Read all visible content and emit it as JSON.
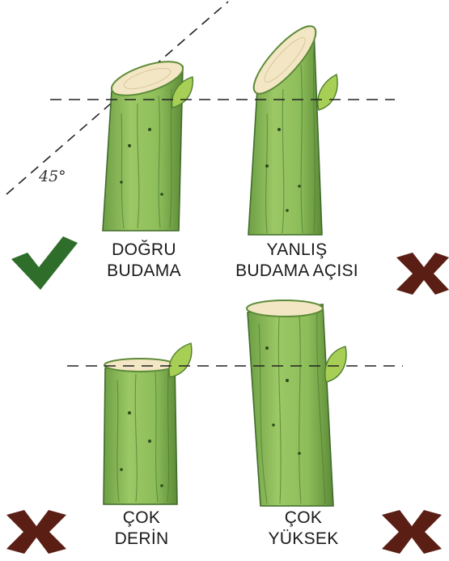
{
  "angle_label": "45°",
  "panels": [
    {
      "id": "correct",
      "line1": "DOĞRU",
      "line2": "BUDAMA",
      "verdict": "correct"
    },
    {
      "id": "wrong-angle",
      "line1": "YANLIŞ",
      "line2": "BUDAMA AÇISI",
      "verdict": "wrong"
    },
    {
      "id": "too-deep",
      "line1": "ÇOK",
      "line2": "DERİN",
      "verdict": "wrong"
    },
    {
      "id": "too-high",
      "line1": "ÇOK",
      "line2": "YÜKSEK",
      "verdict": "wrong"
    }
  ],
  "colors": {
    "bark": "#8dbd5a",
    "bark_dark": "#3f6b2a",
    "cut_face": "#f3e6c4",
    "bud": "#a8cf55",
    "check": "#2f6e2a",
    "cross": "#5a1e14"
  }
}
